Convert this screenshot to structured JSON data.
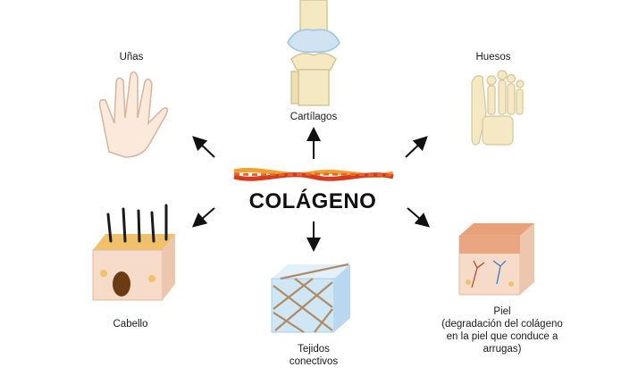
{
  "center": {
    "title": "COLÁGENO"
  },
  "nodes": [
    {
      "label": "Uñas"
    },
    {
      "label": "Cartílagos"
    },
    {
      "label": "Huesos"
    },
    {
      "label": "Cabello"
    },
    {
      "label": "Tejidos",
      "label2": "conectivos"
    },
    {
      "label": "Piel",
      "label2": "(degradación del colágeno",
      "label3": "en la piel que conduce a",
      "label4": "arrugas)"
    }
  ],
  "colors": {
    "fiber_red": "#d63a1f",
    "fiber_orange": "#f0a030",
    "skin_tone": "#f6dcc8",
    "bone": "#f4e9c2",
    "cartilage": "#cfe3f2",
    "arrow": "#111111"
  }
}
